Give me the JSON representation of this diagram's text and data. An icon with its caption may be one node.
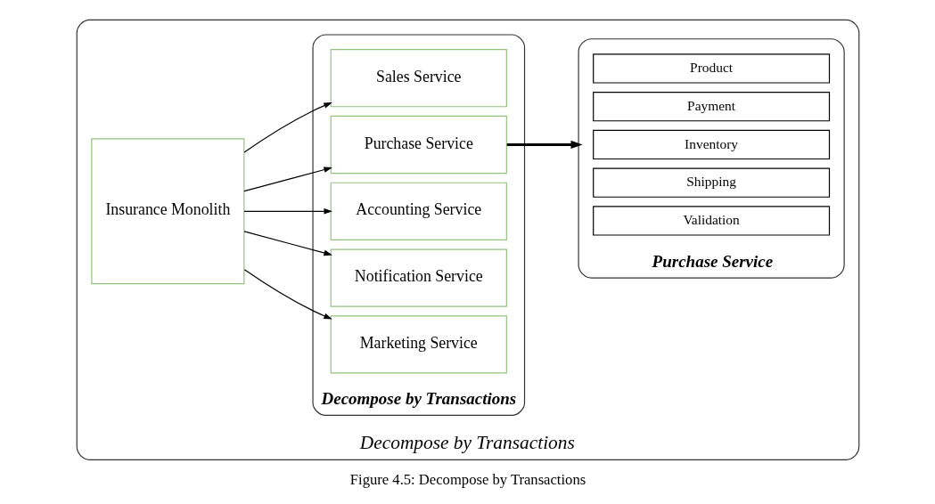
{
  "diagram": {
    "caption": "Figure 4.5: Decompose by Transactions",
    "nodes": [
      {
        "text": [
          "Decompose by Transactions"
        ]
      },
      {
        "text": [
          "Insurance Monolith"
        ],
        "in": 0
      },
      {
        "text": [
          "Decompose by Transactions"
        ],
        "in": 0
      },
      {
        "text": [
          "Sales Service"
        ],
        "in": 2
      },
      {
        "text": [
          "Purchase Service"
        ],
        "in": 2
      },
      {
        "text": [
          "Accounting Service"
        ],
        "in": 2
      },
      {
        "text": [
          "Notification Service"
        ],
        "in": 2
      },
      {
        "text": [
          "Marketing Service"
        ],
        "in": 2
      },
      {
        "text": [
          "Purchase Service"
        ],
        "in": 0
      },
      {
        "text": [
          "Product"
        ],
        "in": 8
      },
      {
        "text": [
          "Payment"
        ],
        "in": 8
      },
      {
        "text": [
          "Inventory"
        ],
        "in": 8
      },
      {
        "text": [
          "Shipping"
        ],
        "in": 8
      },
      {
        "text": [
          "Validation"
        ],
        "in": 8
      }
    ],
    "edges": [
      {
        "from": 1,
        "to": 3,
        "arrow": "to"
      },
      {
        "from": 1,
        "to": 4,
        "arrow": "to"
      },
      {
        "from": 1,
        "to": 5,
        "arrow": "to"
      },
      {
        "from": 1,
        "to": 6,
        "arrow": "to"
      },
      {
        "from": 1,
        "to": 7,
        "arrow": "to"
      },
      {
        "from": 4,
        "to": 8,
        "arrow": "to",
        "style": "thick"
      }
    ]
  }
}
